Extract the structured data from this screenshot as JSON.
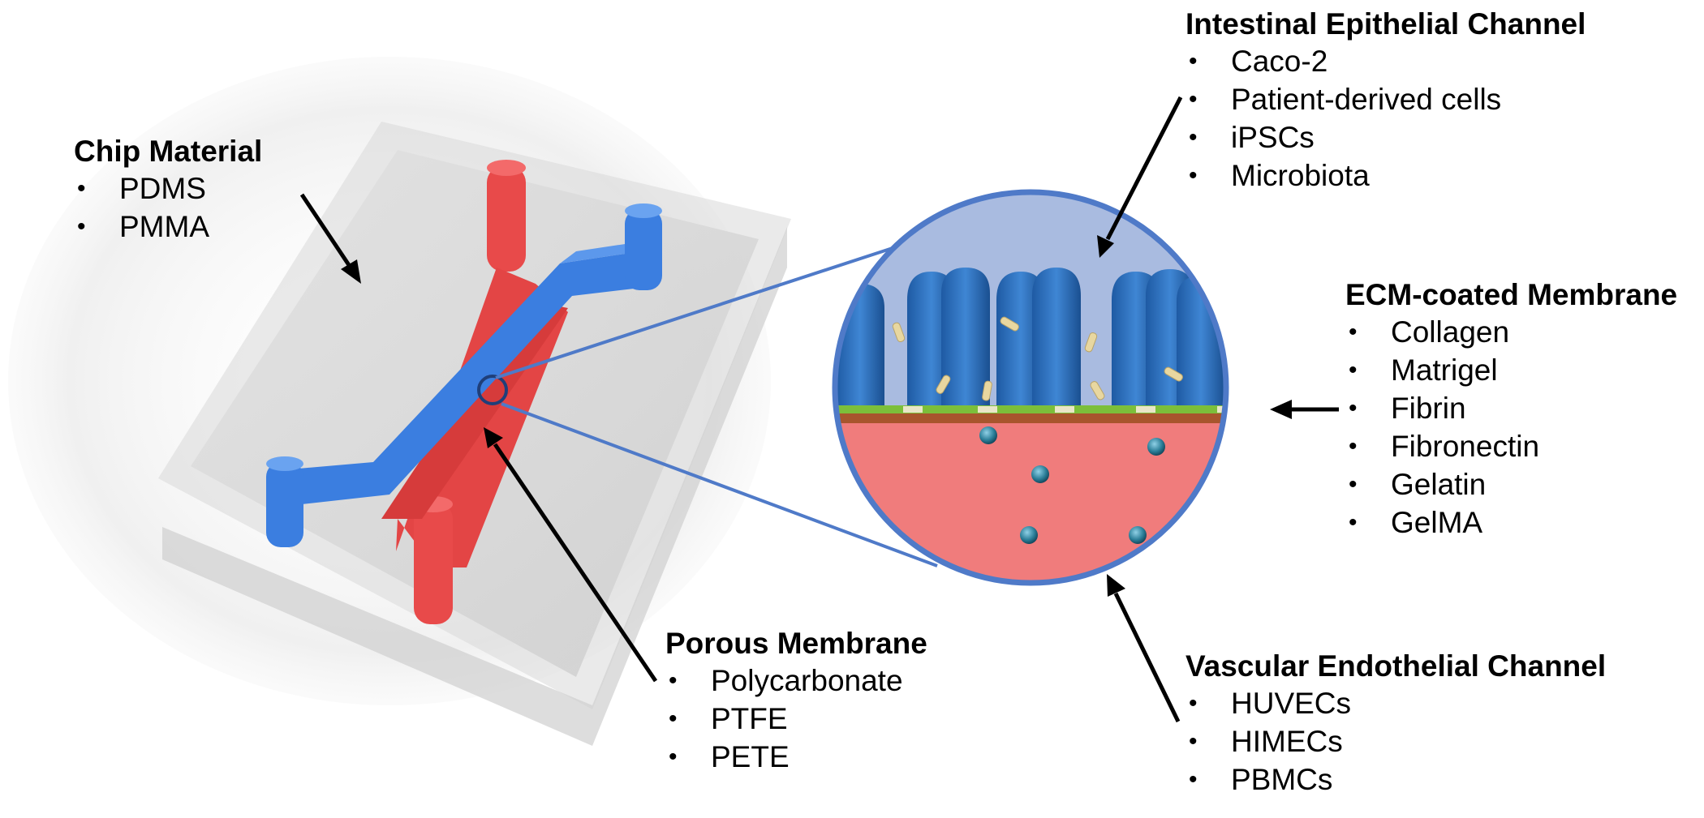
{
  "chip_material": {
    "title": "Chip Material",
    "items": [
      "PDMS",
      "PMMA"
    ]
  },
  "intestinal_channel": {
    "title": "Intestinal Epithelial Channel",
    "items": [
      "Caco-2",
      "Patient-derived cells",
      "iPSCs",
      "Microbiota"
    ]
  },
  "ecm_membrane": {
    "title": "ECM-coated Membrane",
    "items": [
      "Collagen",
      "Matrigel",
      "Fibrin",
      "Fibronectin",
      "Gelatin",
      "GelMA"
    ]
  },
  "porous_membrane": {
    "title": "Porous Membrane",
    "items": [
      "Polycarbonate",
      "PTFE",
      "PETE"
    ]
  },
  "vascular_channel": {
    "title": "Vascular Endothelial Channel",
    "items": [
      "HUVECs",
      "HIMECs",
      "PBMCs"
    ]
  },
  "colors": {
    "epithelial_channel": "#3b7ee0",
    "endothelial_channel": "#ec4a4a",
    "lumen_top": "#a9bbe0",
    "lumen_bottom": "#f07c7c",
    "villi": "#2f6db8",
    "ecm_layer": "#7cbf3a",
    "membrane": "#a8552d",
    "zoom_ring": "#4f7ac8",
    "chip_body": "#d8d8d8"
  }
}
